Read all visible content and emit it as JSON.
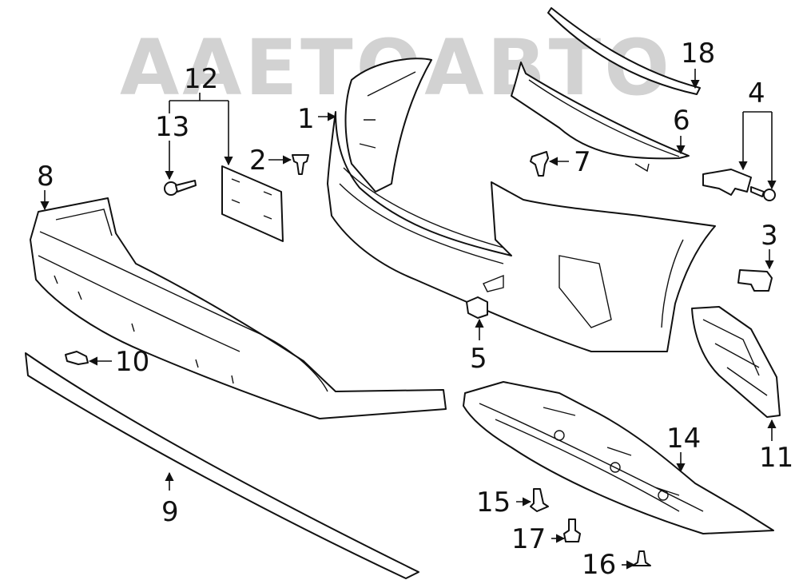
{
  "watermark": {
    "text": "ААЕТОАВТО"
  },
  "callouts": [
    "1",
    "2",
    "3",
    "4",
    "5",
    "6",
    "7",
    "8",
    "9",
    "10",
    "11",
    "12",
    "13",
    "14",
    "15",
    "16",
    "17",
    "18"
  ],
  "colors": {
    "line": "#111111",
    "watermark": "#d2d2d2",
    "background": "#ffffff"
  }
}
